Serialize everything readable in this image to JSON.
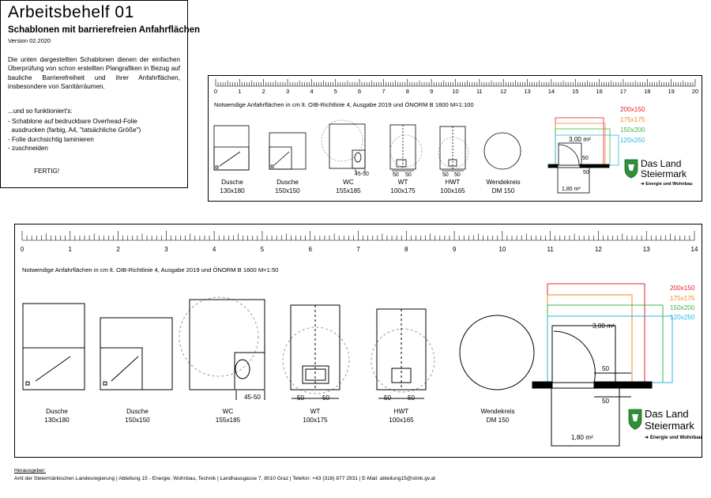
{
  "info": {
    "title": "Arbeitsbehelf 01",
    "subtitle": "Schablonen mit barrierefreien Anfahrflächen",
    "version": "Version 02.2020",
    "intro": "Die unten dargestellten Schablonen dienen der einfachen Überprüfung von schon erstellten Plangrafiken in Bezug auf bauliche Barrierefreiheit und ihrer Anfahrflächen, insbesondere von Sanitärräumen.",
    "how_heading": "...und so funktioniert's:",
    "steps": [
      "- Schablone auf bedruckbare Overhead-Folie",
      "  ausdrucken (farbig, A4, \"tatsächliche Größe\")",
      "- Folie durchsichtig laminieren",
      "- zuschneiden"
    ],
    "done": "FERTIG!"
  },
  "panel_small": {
    "headline": "Notwendige Anfahrflächen in cm lt. OIB-Richtlinie 4, Ausgabe 2019 und ÖNORM B 1600    M=1:100",
    "ruler_ticks": [
      "0",
      "1",
      "2",
      "3",
      "4",
      "5",
      "6",
      "7",
      "8",
      "9",
      "10",
      "11",
      "12",
      "13",
      "14",
      "15",
      "16",
      "17",
      "18",
      "19",
      "20"
    ]
  },
  "panel_large": {
    "headline": "Notwendige Anfahrflächen in cm lt. OIB-Richtlinie 4, Ausgabe 2019 und ÖNORM B 1600     M=1:50",
    "ruler_ticks": [
      "0",
      "1",
      "2",
      "3",
      "4",
      "5",
      "6",
      "7",
      "8",
      "9",
      "10",
      "11",
      "12",
      "13",
      "14"
    ]
  },
  "fixtures": [
    {
      "name": "Dusche",
      "dims": "130x180"
    },
    {
      "name": "Dusche",
      "dims": "150x150"
    },
    {
      "name": "WC",
      "dims": "155x185"
    },
    {
      "name": "WT",
      "dims": "100x175"
    },
    {
      "name": "HWT",
      "dims": "100x165"
    },
    {
      "name": "Wendekreis",
      "dims": "DM 150"
    }
  ],
  "dimension_labels": {
    "wc_offset": "45-50",
    "wt_left": "50",
    "wt_right": "50",
    "door_gap_top": "50",
    "door_gap_bottom": "50",
    "area_top": "3,00 m²",
    "area_bottom": "1,80 m²"
  },
  "legend": [
    {
      "label": "200x150",
      "color": "#e8202a"
    },
    {
      "label": "175x175",
      "color": "#f08a24"
    },
    {
      "label": "150x200",
      "color": "#3cb54a"
    },
    {
      "label": "120x250",
      "color": "#29b6e6"
    }
  ],
  "logo": {
    "line1": "Das Land",
    "line2": "Steiermark",
    "tagline": "➔ Energie und Wohnbau",
    "shield_color": "#2f8f3a"
  },
  "footer": {
    "heading": "Herausgeber:",
    "text": "Amt der Steiermärkischen Landesregierung | Abteilung 15 - Energie, Wohnbau, Technik | Landhausgasse 7, 8010 Graz | Telefon: +43 (316) 877 2931 | E-Mail: abteilung15@stmk.gv.at"
  }
}
